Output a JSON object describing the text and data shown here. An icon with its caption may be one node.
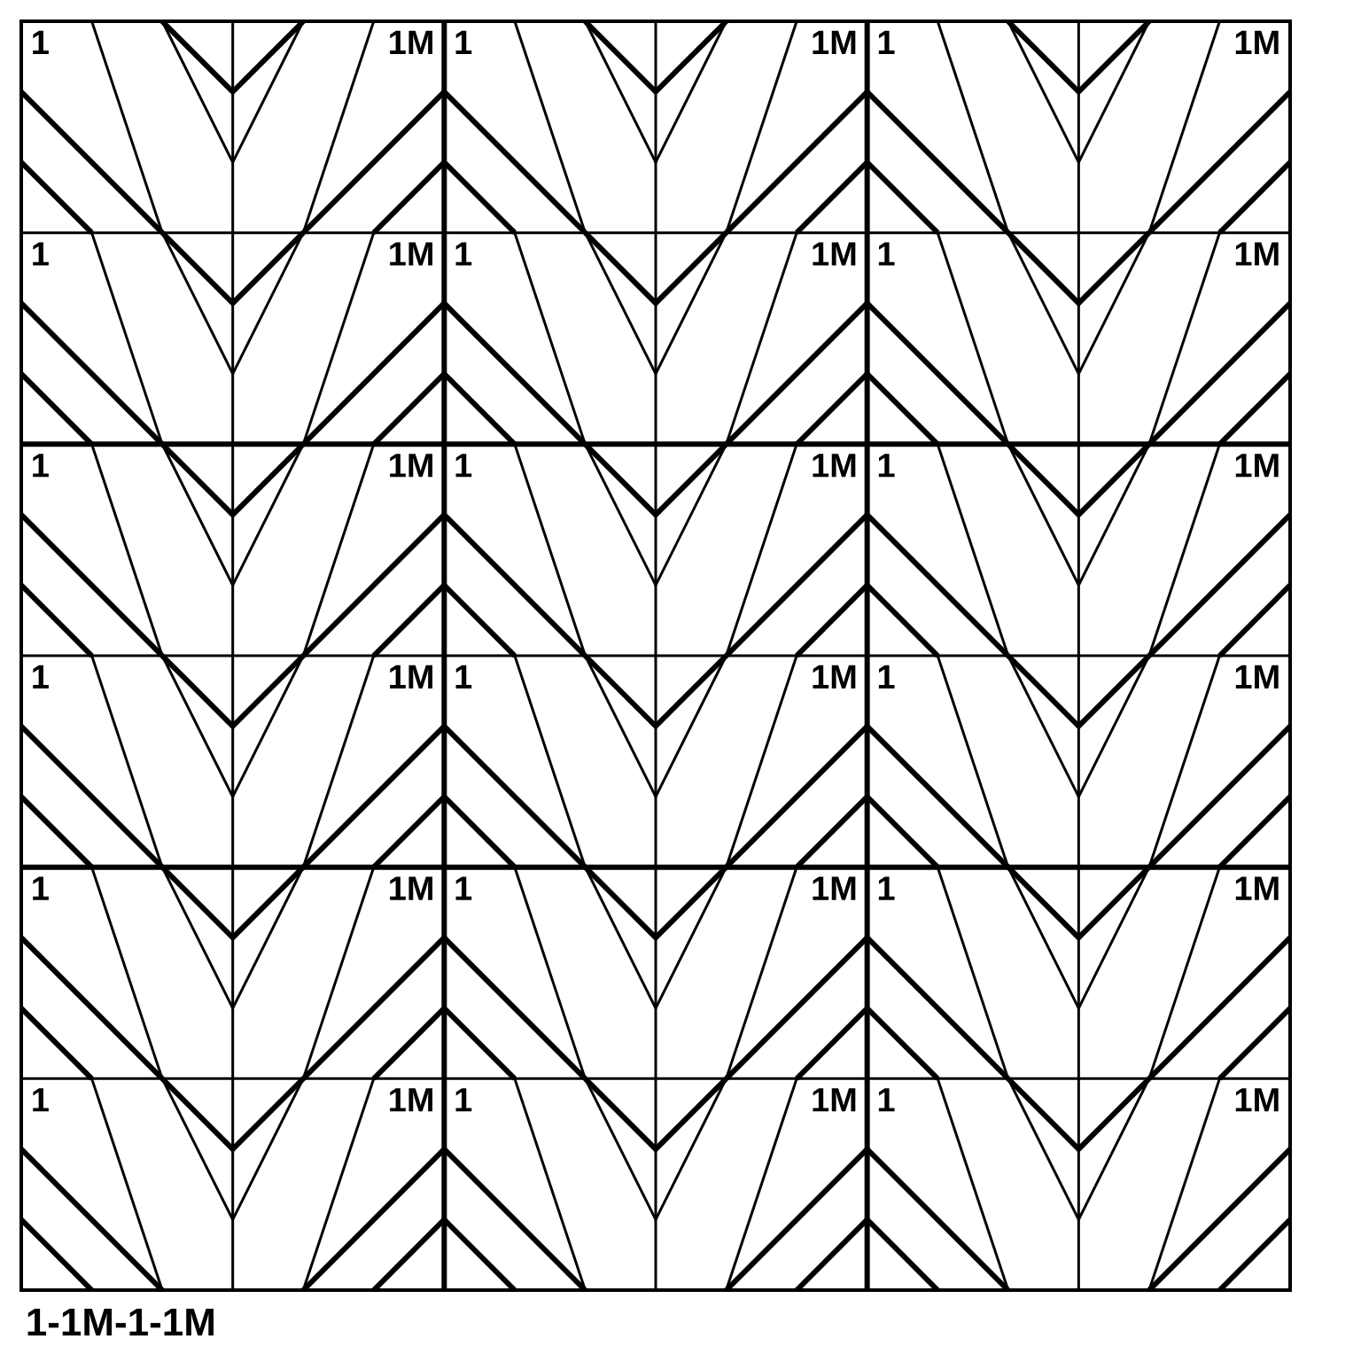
{
  "diagram": {
    "caption": "1-1M-1-1M",
    "labels": [
      "1",
      "1M",
      "1",
      "1M",
      "1",
      "1M",
      "1",
      "1M",
      "1",
      "1M",
      "1",
      "1M",
      "1",
      "1M",
      "1",
      "1M",
      "1",
      "1M",
      "1",
      "1M",
      "1",
      "1M",
      "1",
      "1M",
      "1",
      "1M",
      "1",
      "1M",
      "1",
      "1M",
      "1",
      "1M",
      "1",
      "1M",
      "1",
      "1M"
    ]
  }
}
